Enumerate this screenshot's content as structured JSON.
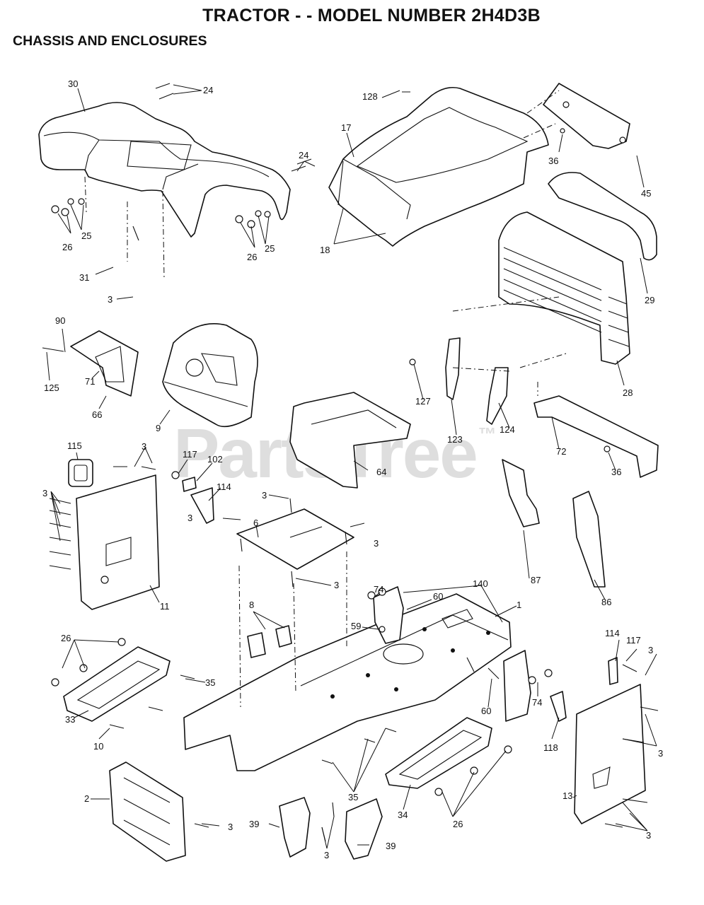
{
  "header": {
    "title": "TRACTOR - - MODEL NUMBER 2H4D3B",
    "subtitle": "CHASSIS AND ENCLOSURES"
  },
  "watermark": {
    "text": "PartsTree",
    "mark": "™"
  },
  "callouts": [
    {
      "id": "c30",
      "text": "30"
    },
    {
      "id": "c24a",
      "text": "24"
    },
    {
      "id": "c24b",
      "text": "24"
    },
    {
      "id": "c25a",
      "text": "25"
    },
    {
      "id": "c26a",
      "text": "26"
    },
    {
      "id": "c25b",
      "text": "25"
    },
    {
      "id": "c26b",
      "text": "26"
    },
    {
      "id": "c31",
      "text": "31"
    },
    {
      "id": "c3a",
      "text": "3"
    },
    {
      "id": "c128",
      "text": "128"
    },
    {
      "id": "c17",
      "text": "17"
    },
    {
      "id": "c18",
      "text": "18"
    },
    {
      "id": "c36a",
      "text": "36"
    },
    {
      "id": "c45",
      "text": "45"
    },
    {
      "id": "c29",
      "text": "29"
    },
    {
      "id": "c28",
      "text": "28"
    },
    {
      "id": "c90",
      "text": "90"
    },
    {
      "id": "c125",
      "text": "125"
    },
    {
      "id": "c71",
      "text": "71"
    },
    {
      "id": "c66",
      "text": "66"
    },
    {
      "id": "c9",
      "text": "9"
    },
    {
      "id": "c127",
      "text": "127"
    },
    {
      "id": "c123",
      "text": "123"
    },
    {
      "id": "c124",
      "text": "124"
    },
    {
      "id": "c64",
      "text": "64"
    },
    {
      "id": "c115",
      "text": "115"
    },
    {
      "id": "c3b",
      "text": "3"
    },
    {
      "id": "c117a",
      "text": "117"
    },
    {
      "id": "c102",
      "text": "102"
    },
    {
      "id": "c114a",
      "text": "114"
    },
    {
      "id": "c72",
      "text": "72"
    },
    {
      "id": "c36b",
      "text": "36"
    },
    {
      "id": "c3c",
      "text": "3"
    },
    {
      "id": "c3d",
      "text": "3"
    },
    {
      "id": "c6",
      "text": "6"
    },
    {
      "id": "c3e",
      "text": "3"
    },
    {
      "id": "c3f",
      "text": "3"
    },
    {
      "id": "c11",
      "text": "11"
    },
    {
      "id": "c3g",
      "text": "3"
    },
    {
      "id": "c87",
      "text": "87"
    },
    {
      "id": "c86",
      "text": "86"
    },
    {
      "id": "c74a",
      "text": "74"
    },
    {
      "id": "c140",
      "text": "140"
    },
    {
      "id": "c60a",
      "text": "60"
    },
    {
      "id": "c1",
      "text": "1"
    },
    {
      "id": "c8",
      "text": "8"
    },
    {
      "id": "c59",
      "text": "59"
    },
    {
      "id": "c26c",
      "text": "26"
    },
    {
      "id": "c35a",
      "text": "35"
    },
    {
      "id": "c33",
      "text": "33"
    },
    {
      "id": "c10",
      "text": "10"
    },
    {
      "id": "c114b",
      "text": "114"
    },
    {
      "id": "c117b",
      "text": "117"
    },
    {
      "id": "c3h",
      "text": "3"
    },
    {
      "id": "c60b",
      "text": "60"
    },
    {
      "id": "c74b",
      "text": "74"
    },
    {
      "id": "c118",
      "text": "118"
    },
    {
      "id": "c3i",
      "text": "3"
    },
    {
      "id": "c2",
      "text": "2"
    },
    {
      "id": "c3j",
      "text": "3"
    },
    {
      "id": "c35b",
      "text": "35"
    },
    {
      "id": "c34",
      "text": "34"
    },
    {
      "id": "c26d",
      "text": "26"
    },
    {
      "id": "c13",
      "text": "13"
    },
    {
      "id": "c3k",
      "text": "3"
    },
    {
      "id": "c39a",
      "text": "39"
    },
    {
      "id": "c3l",
      "text": "3"
    },
    {
      "id": "c39b",
      "text": "39"
    }
  ]
}
